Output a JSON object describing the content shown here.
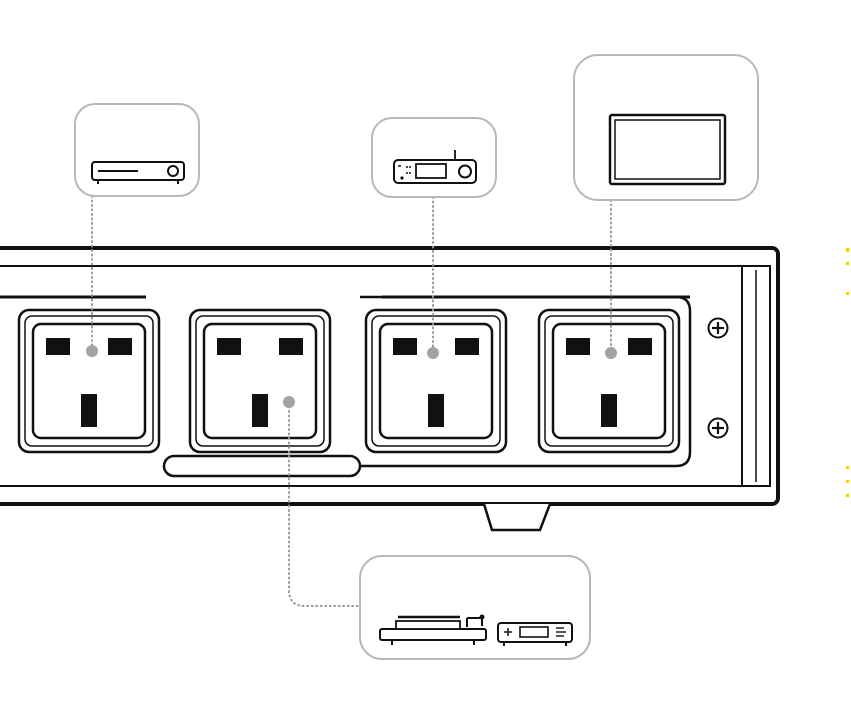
{
  "diagram": {
    "devices": [
      {
        "id": "disc-player",
        "icon": "disc-player-icon"
      },
      {
        "id": "network-streamer",
        "icon": "network-streamer-icon"
      },
      {
        "id": "tv-display",
        "icon": "tv-display-icon"
      },
      {
        "id": "turntable-amplifier",
        "icons": [
          "turntable-icon",
          "phono-amplifier-icon"
        ]
      }
    ],
    "power_strip": {
      "outlet_type": "UK BS1363 3-pin",
      "outlets_visible": 4,
      "mounting_screws": 2
    },
    "connections": [
      {
        "from": "disc-player",
        "to_outlet": 1
      },
      {
        "from": "network-streamer",
        "to_outlet": 3
      },
      {
        "from": "tv-display",
        "to_outlet": 4
      },
      {
        "from": "turntable-amplifier",
        "to_outlet": 2
      }
    ],
    "colors": {
      "outline": "#111111",
      "callout_border": "#b8b8b8",
      "connector_dot": "#a3a3a3",
      "dotted_line": "#9a9a9a",
      "accent_mark": "#f0d200"
    }
  }
}
